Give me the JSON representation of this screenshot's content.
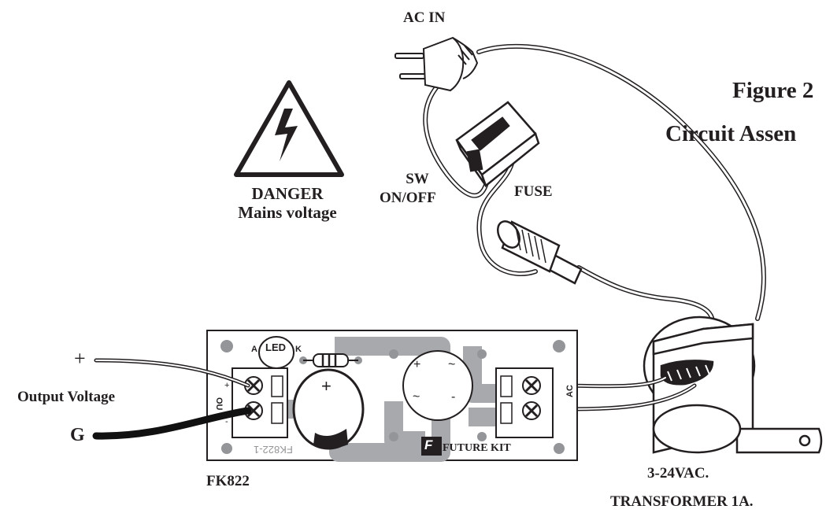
{
  "labels": {
    "ac_in": "AC IN",
    "figure_number": "Figure 2",
    "figure_caption": "Circuit Assen",
    "danger": "DANGER",
    "mains_voltage": "Mains voltage",
    "switch": "SW",
    "switch_state": "ON/OFF",
    "fuse": "FUSE",
    "plus": "+",
    "output_voltage": "Output Voltage",
    "ground": "G",
    "board_name": "FK822",
    "transformer_rating": "3-24VAC.",
    "transformer": "TRANSFORMER 1A."
  },
  "pcb": {
    "led": "LED",
    "led_anode": "A",
    "led_cathode": "K",
    "cap_plus": "+",
    "bridge_plus": "+",
    "bridge_minus": "-",
    "bridge_ac1": "~",
    "bridge_ac2": "~",
    "out_terminal_label": "OU",
    "out_terminal_plus": "+",
    "out_terminal_minus": "-",
    "ac_terminal_label": "AC",
    "silk_mirrored": "FK822-1",
    "brand": "FUTURE KIT",
    "brand_logo_letter": "F"
  },
  "colors": {
    "ink": "#231f20",
    "pcb_fill": "#ffffff",
    "trace": "#a7a9ac",
    "pad": "#939598",
    "ground_wire": "#111111"
  }
}
